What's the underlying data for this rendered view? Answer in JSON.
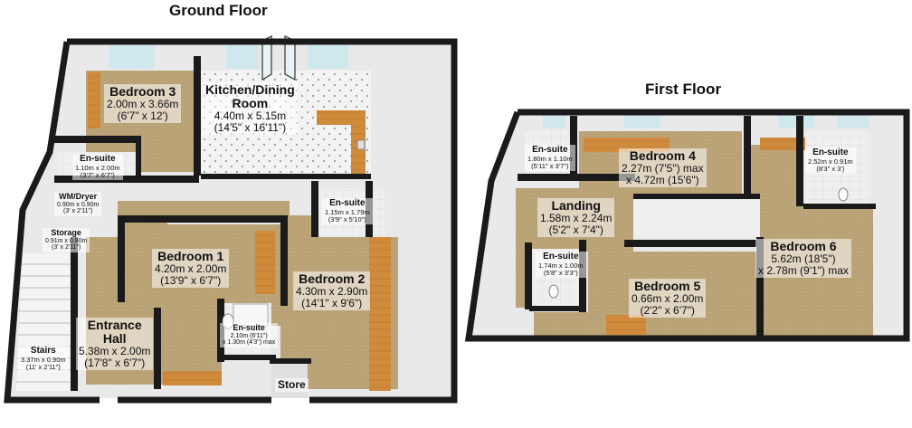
{
  "floors": {
    "ground": {
      "title": "Ground Floor",
      "rooms": {
        "bedroom3": {
          "name": "Bedroom 3",
          "dim1": "2.00m x 3.66m",
          "dim2": "(6'7\" x 12')"
        },
        "kitchen": {
          "name": "Kitchen/Dining",
          "name2": "Room",
          "dim1": "4.40m x 5.15m",
          "dim2": "(14'5\" x 16'11\")"
        },
        "ensuite_b3": {
          "name": "En-suite",
          "dim1": "1.10m x 2.00m",
          "dim2": "(3'7\" x 6'7\")"
        },
        "wm_dryer": {
          "name": "WM/Dryer",
          "dim1": "0.90m x 0.90m",
          "dim2": "(3' x 2'11\")"
        },
        "storage": {
          "name": "Storage",
          "dim1": "0.91m x 0.90m",
          "dim2": "(3' x 2'11\")"
        },
        "bedroom1": {
          "name": "Bedroom 1",
          "dim1": "4.20m x 2.00m",
          "dim2": "(13'9\" x 6'7\")"
        },
        "ensuite_b2": {
          "name": "En-suite",
          "dim1": "1.15m x 1.79m",
          "dim2": "(3'9\" x 5'10\")"
        },
        "bedroom2": {
          "name": "Bedroom 2",
          "dim1": "4.30m x 2.90m",
          "dim2": "(14'1\" x 9'6\")"
        },
        "entrance": {
          "name": "Entrance",
          "name2": "Hall",
          "dim1": "5.38m x 2.00m",
          "dim2": "(17'8\" x 6'7\")"
        },
        "ensuite_b1": {
          "name": "En-suite",
          "dim1": "2.10m (6'11\")",
          "dim2": "x 1.30m (4'3\") max"
        },
        "stairs": {
          "name": "Stairs",
          "dim1": "3.37m x 0.90m",
          "dim2": "(11' x 2'11\")"
        },
        "store": {
          "name": "Store"
        }
      }
    },
    "first": {
      "title": "First Floor",
      "rooms": {
        "ensuite_tl": {
          "name": "En-suite",
          "dim1": "1.80m x 1.10m",
          "dim2": "(5'11\" x 3'7\")"
        },
        "bedroom4": {
          "name": "Bedroom 4",
          "dim1": "2.27m (7'5\") max",
          "dim2": "x 4.72m (15'6\")"
        },
        "ensuite_tr": {
          "name": "En-suite",
          "dim1": "2.52m x 0.91m",
          "dim2": "(8'3\" x 3')"
        },
        "landing": {
          "name": "Landing",
          "dim1": "1.58m x 2.24m",
          "dim2": "(5'2\" x 7'4\")"
        },
        "ensuite_ml": {
          "name": "En-suite",
          "dim1": "1.74m x 1.00m",
          "dim2": "(5'8\" x 3'3\")"
        },
        "bedroom5": {
          "name": "Bedroom 5",
          "dim1": "0.66m x 2.00m",
          "dim2": "(2'2\" x 6'7\")"
        },
        "bedroom6": {
          "name": "Bedroom 6",
          "dim1": "5.62m (18'5\")",
          "dim2": "x 2.78m (9'1\") max"
        }
      }
    }
  },
  "colors": {
    "floor": "#b9a276",
    "wall_top": "#1a1a1a",
    "wall_face": "#f2f2f2",
    "wall_shade": "#d4d4d4",
    "worktop": "#d08a3a",
    "tile": "#f0f0f0",
    "window": "#cfe8ee"
  }
}
